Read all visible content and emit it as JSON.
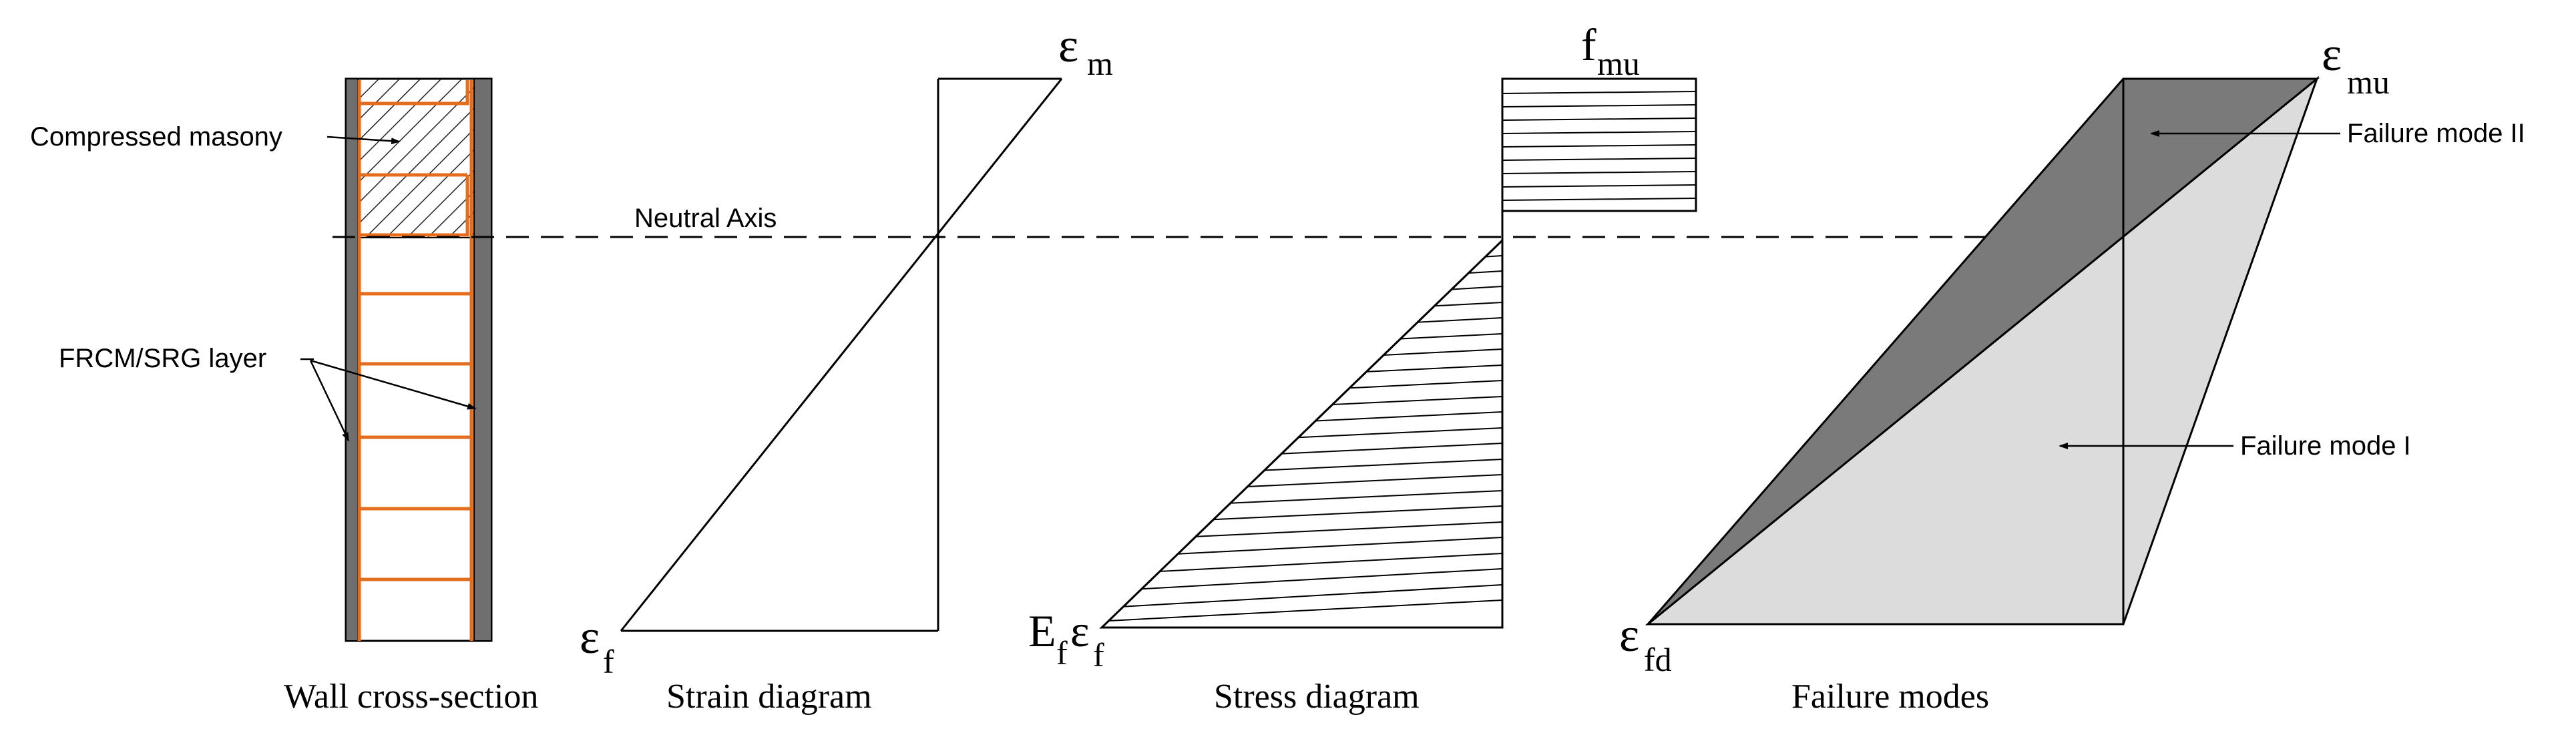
{
  "labels": {
    "compressed_masonry": "Compressed masony",
    "frcm_layer": "FRCM/SRG layer",
    "neutral_axis": "Neutral Axis",
    "failure_mode_2": "Failure mode II",
    "failure_mode_1": "Failure mode I"
  },
  "symbols": {
    "eps_m": {
      "main": "ε",
      "sub": "m"
    },
    "eps_f": {
      "main": "ε",
      "sub": "f"
    },
    "f_mu": {
      "main": "f",
      "sub": "mu"
    },
    "Ef_epsf": {
      "main1": "E",
      "sub1": "f",
      "main2": "ε",
      "sub2": "f"
    },
    "eps_mu": {
      "main": "ε",
      "sub": "mu"
    },
    "eps_fd": {
      "main": "ε",
      "sub": "fd"
    }
  },
  "captions": {
    "wall": "Wall cross-section",
    "strain": "Strain diagram",
    "stress": "Stress diagram",
    "failure": "Failure modes"
  },
  "colors": {
    "line": "#000000",
    "brick": "#e36c1d",
    "frcm": "#6f6f6f",
    "hatch": "#222222",
    "mode2_fill": "#7a7a7a",
    "mode1_fill": "#dcdcdc"
  }
}
